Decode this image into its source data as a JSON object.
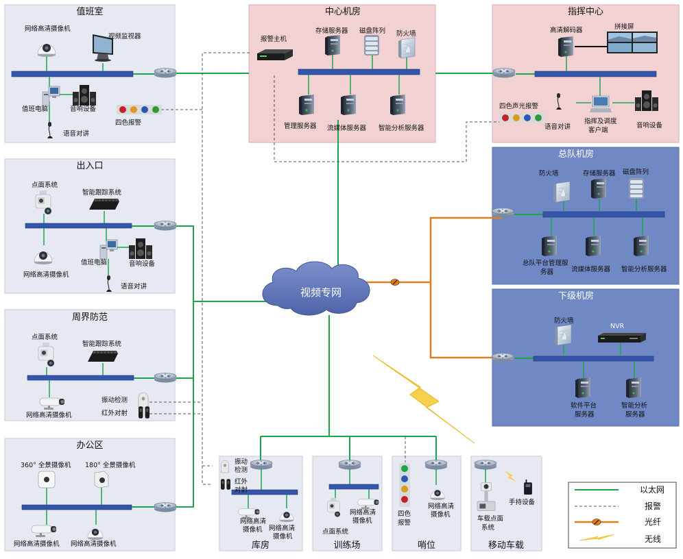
{
  "colors": {
    "ethernet": "#1aa54a",
    "alarm": "#555555",
    "fiber": "#e07f1f",
    "wireless": "#f0c030",
    "panel_gray": "#e6e9f2",
    "panel_pink": "#f2d1d3",
    "panel_blue": "#7088c4",
    "bus": "#3355aa"
  },
  "cloud": {
    "label": "视频专网"
  },
  "panels": {
    "duty_room": {
      "title": "值班室",
      "camera": "网络高清摄像机",
      "monitor": "视频监视器",
      "pc": "值班电脑",
      "speaker": "音响设备",
      "intercom": "语音对讲",
      "alarm": "四色报警"
    },
    "entrance": {
      "title": "出入口",
      "spot": "点面系统",
      "tracking": "智能跟踪系统",
      "camera": "网络高清摄像机",
      "pc": "值班电脑",
      "speaker": "音响设备",
      "intercom": "语音对讲"
    },
    "perimeter": {
      "title": "周界防范",
      "spot": "点面系统",
      "tracking": "智能跟踪系统",
      "camera": "网络高清摄像机",
      "vibration": "振动检测",
      "infrared": "红外对射"
    },
    "office": {
      "title": "办公区",
      "pano360": "360° 全景摄像机",
      "pano180": "180° 全景摄像机",
      "camera1": "网络高清摄像机",
      "camera2": "网络高清摄像机"
    },
    "center": {
      "title": "中心机房",
      "alarm_host": "报警主机",
      "storage": "存储服务器",
      "disk": "磁盘阵列",
      "firewall": "防火墙",
      "mgmt": "管理服务器",
      "stream": "流媒体服务器",
      "analysis": "智能分析服务器"
    },
    "command": {
      "title": "指挥中心",
      "decoder": "高清解码器",
      "wall": "拼接屏",
      "alarm": "四色声光报警",
      "intercom": "语音对讲",
      "client_l1": "指挥及调度",
      "client_l2": "客户端",
      "speaker": "音响设备"
    },
    "hq": {
      "title": "总队机房",
      "firewall": "防火墙",
      "storage": "存储服务器",
      "disk": "磁盘阵列",
      "platform_l1": "总队平台管理服",
      "platform_l2": "务器",
      "stream": "流媒体服务器",
      "analysis": "智能分析服务器"
    },
    "lower": {
      "title": "下级机房",
      "firewall": "防火墙",
      "nvr": "NVR",
      "software_l1": "软件平台",
      "software_l2": "服务器",
      "analysis_l1": "智能分析",
      "analysis_l2": "服务器"
    },
    "warehouse": {
      "title": "库房",
      "vib_l1": "振动",
      "vib_l2": "检测",
      "ir_l1": "红外",
      "ir_l2": "对射",
      "cam1_l1": "网络高清",
      "cam1_l2": "摄像机",
      "cam2_l1": "网络高清",
      "cam2_l2": "摄像机"
    },
    "training": {
      "title": "训练场",
      "spot": "点面系统",
      "cam_l1": "网络高清",
      "cam_l2": "摄像机"
    },
    "sentry": {
      "title": "哨位",
      "alarm_l1": "四色",
      "alarm_l2": "报警",
      "cam_l1": "网络高清",
      "cam_l2": "摄像机"
    },
    "vehicle": {
      "title": "移动车载",
      "handheld": "手持设备",
      "spot_l1": "车载点面",
      "spot_l2": "系统"
    }
  },
  "legend": {
    "ethernet": "以太网",
    "alarm": "报警",
    "fiber": "光纤",
    "wireless": "无线"
  }
}
